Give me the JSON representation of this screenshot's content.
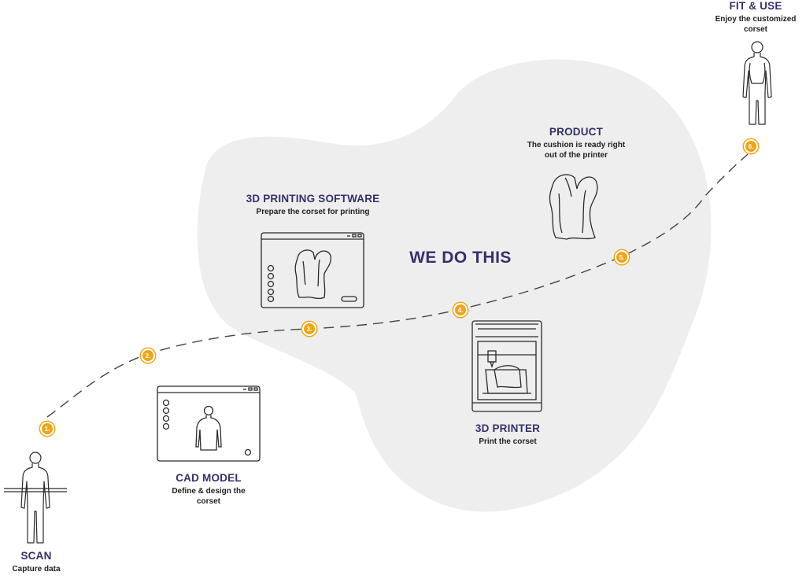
{
  "center_title": "WE DO THIS",
  "colors": {
    "title": "#33316b",
    "marker": "#f0a419",
    "blob": "#eeeeee",
    "line": "#444444"
  },
  "steps": [
    {
      "marker": "1.",
      "title": "SCAN",
      "subtitle": "Capture data",
      "icon": "human-body-scan-icon"
    },
    {
      "marker": "2.",
      "title": "CAD MODEL",
      "subtitle": "Define & design the corset",
      "icon": "cad-window-body-icon"
    },
    {
      "marker": "3.",
      "title": "3D PRINTING SOFTWARE",
      "subtitle": "Prepare the corset for printing",
      "icon": "software-window-corset-icon"
    },
    {
      "marker": "4.",
      "title": "3D PRINTER",
      "subtitle": "Print the corset",
      "icon": "3d-printer-icon"
    },
    {
      "marker": "5.",
      "title": "PRODUCT",
      "subtitle": "The cushion is ready right out of the printer",
      "icon": "corset-product-icon"
    },
    {
      "marker": "6.",
      "title": "FIT & USE",
      "subtitle": "Enjoy the customized corset",
      "icon": "human-body-corset-icon"
    }
  ]
}
